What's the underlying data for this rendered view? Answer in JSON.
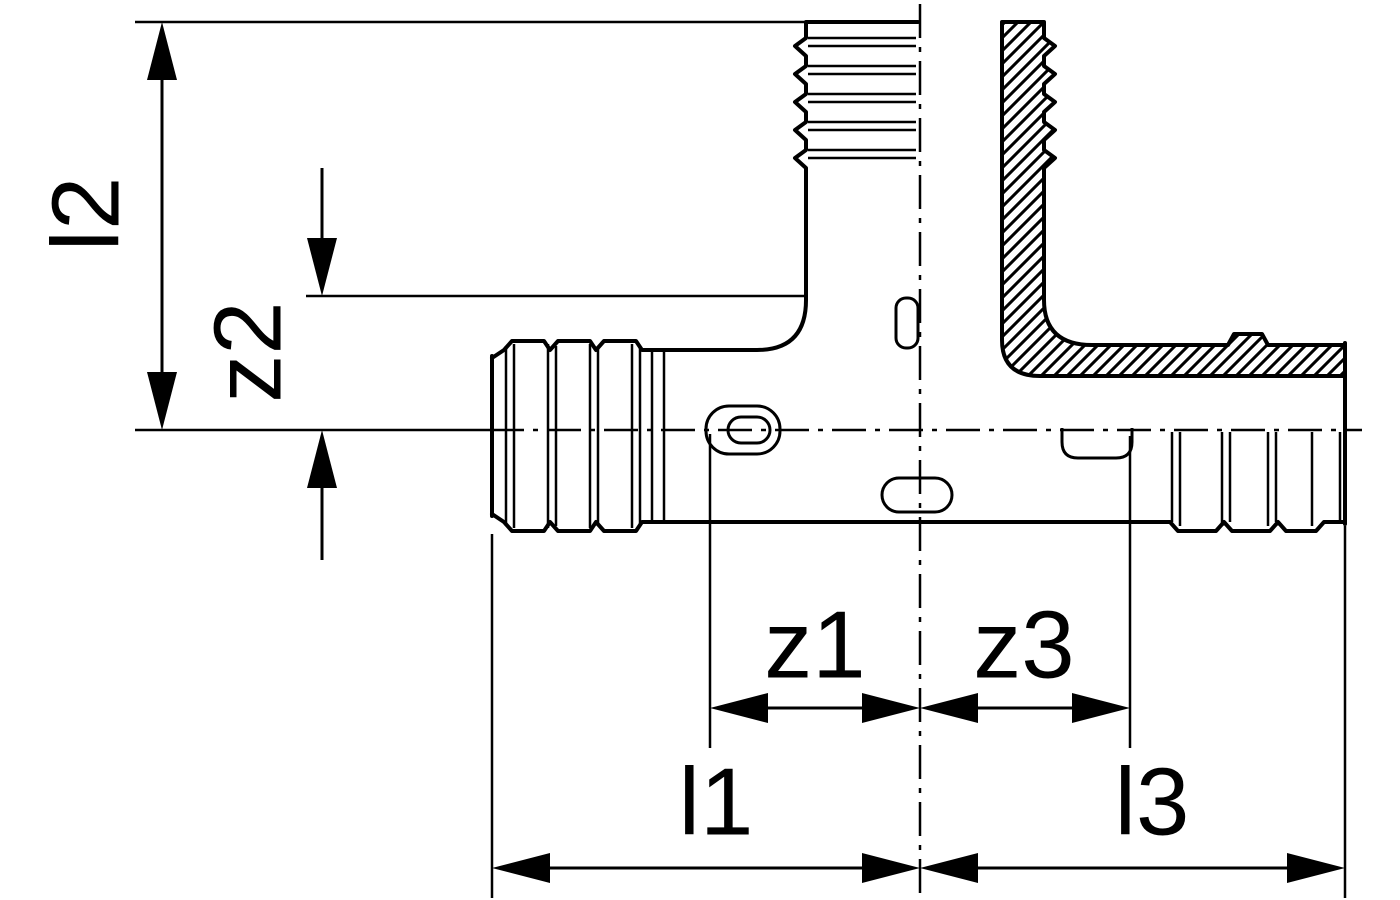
{
  "drawing": {
    "kind": "technical-dimension-drawing",
    "subject": "pipe-tee-fitting-half-section",
    "colors": {
      "background": "#ffffff",
      "line": "#000000"
    },
    "labels": {
      "l1": "l1",
      "l2": "l2",
      "l3": "l3",
      "z1": "z1",
      "z2": "z2",
      "z3": "z3"
    }
  }
}
